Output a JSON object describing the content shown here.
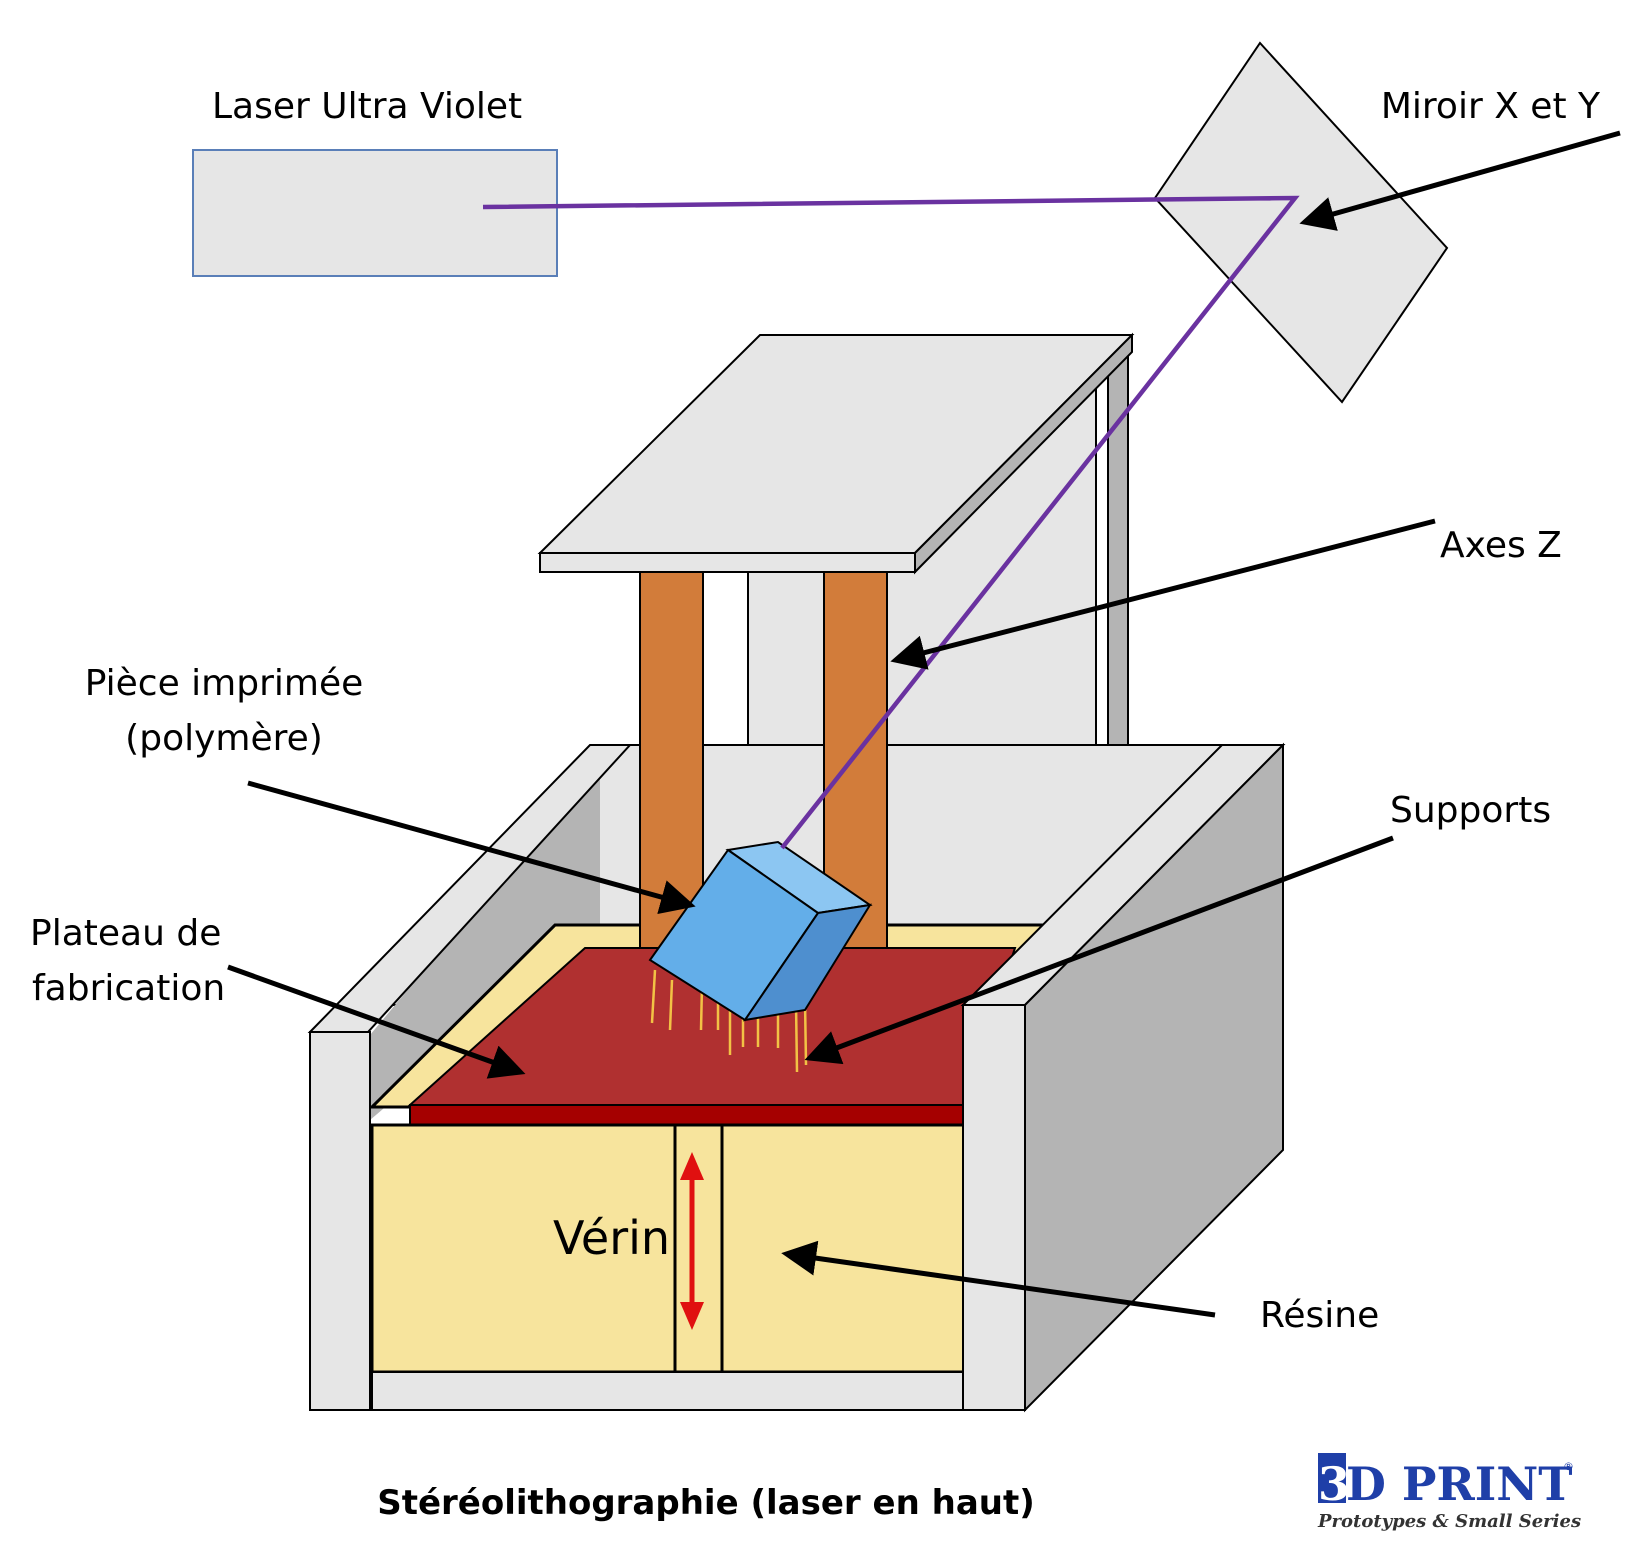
{
  "labels": {
    "laser": "Laser Ultra Violet",
    "mirror": "Miroir X et Y",
    "z_axis": "Axes Z",
    "printed_part_line1": "Pièce imprimée",
    "printed_part_line2": "(polymère)",
    "supports": "Supports",
    "platform_line1": "Plateau de",
    "platform_line2": "fabrication",
    "actuator": "Vérin",
    "resin": "Résine"
  },
  "caption": "Stéréolithographie (laser en haut)",
  "logo": {
    "mark": "3",
    "text": "D PRINT",
    "registered": "®",
    "tagline": "Prototypes & Small Series"
  },
  "colors": {
    "laser_beam": "#6a32a0",
    "resin": "#f7e49d",
    "platform": "#b03030",
    "z_axis_columns": "#d27c3a",
    "printed_part": "#63aee9",
    "supports": "#f2c245",
    "actuator_arrow": "#e01010",
    "frame_light": "#e6e6e6",
    "frame_dark": "#b4b4b4",
    "logo": "#1f3fa8"
  }
}
